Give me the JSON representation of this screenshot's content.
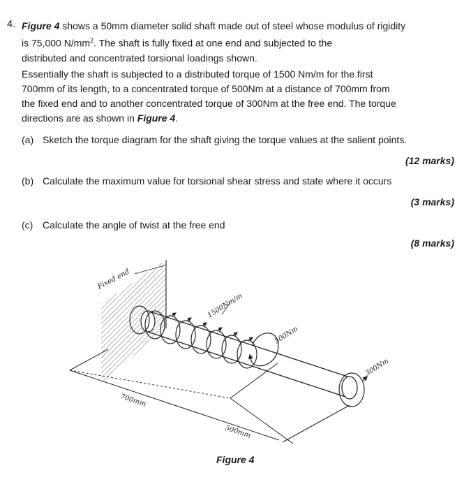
{
  "question": {
    "number": "4.",
    "intro": {
      "figure_ref": "Figure 4",
      "text1": " shows a 50mm diameter solid shaft made out of steel whose modulus of rigidity",
      "text2_a": "is 75,000 N/mm",
      "text2_sup": "2",
      "text2_b": ". The shaft is fully fixed at one end and subjected to the",
      "text3": "distributed and concentrated torsional loadings shown."
    },
    "detail": {
      "line1": "Essentially the shaft is subjected to a distributed torque of 1500 Nm/m for the first",
      "line2": "700mm of its length, to a concentrated torque of 500Nm at a distance of 700mm from",
      "line3": "the fixed end and to another concentrated torque of 300Nm at the free end. The torque",
      "line4_a": "directions are as shown in ",
      "line4_fig": "Figure 4",
      "line4_b": "."
    },
    "parts": [
      {
        "label": "(a)",
        "text": "Sketch the torque diagram for the shaft giving the torque values at the salient points.",
        "marks": "(12 marks)"
      },
      {
        "label": "(b)",
        "text": "Calculate the maximum value for torsional shear stress and state where it occurs",
        "marks": "(3 marks)"
      },
      {
        "label": "(c)",
        "text": "Calculate the angle of twist at the free end",
        "marks": "(8 marks)"
      }
    ]
  },
  "figure": {
    "labels": {
      "fixed_end": "Fixed end",
      "distributed": "1500Nm/m",
      "torque_mid": "500Nm",
      "torque_end": "300Nm",
      "dim1": "700mm",
      "dim2": "500mm"
    },
    "caption": "Figure 4"
  }
}
